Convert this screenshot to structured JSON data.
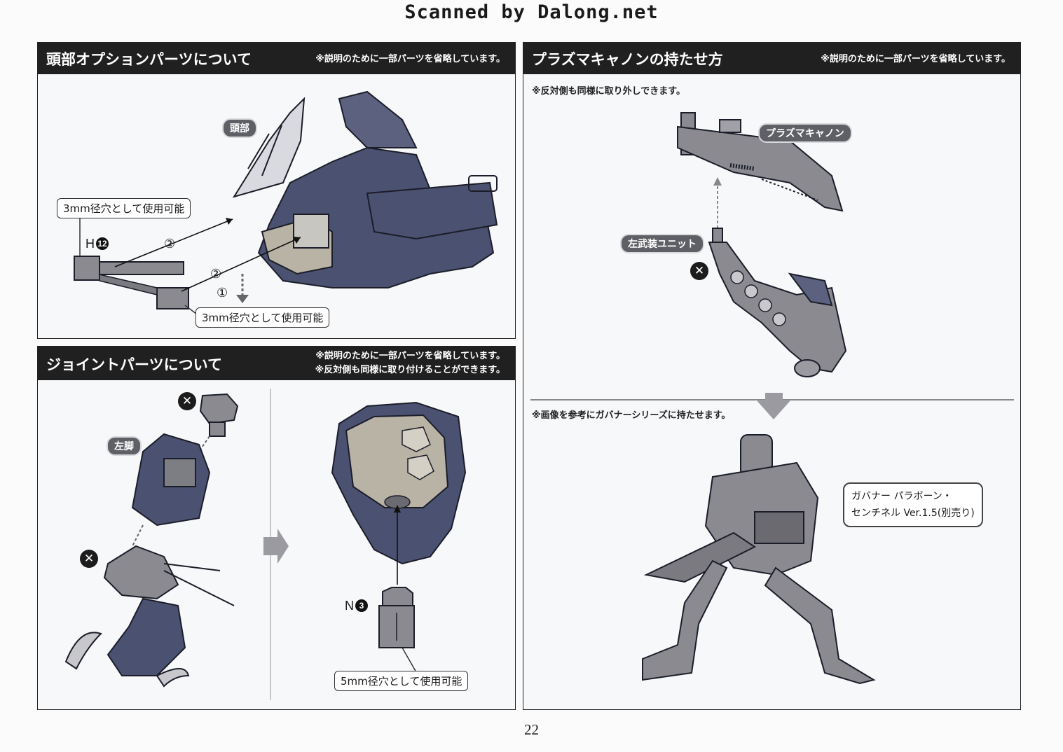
{
  "watermark": "Scanned by Dalong.net",
  "head_panel": {
    "title": "頭部オプションパーツについて",
    "note": "※説明のために一部パーツを省略しています。",
    "head_label": "頭部",
    "callout_top": "3mm径穴として使用可能",
    "callout_bottom": "3mm径穴として使用可能",
    "part_letter": "H",
    "part_number": "12",
    "step_1": "①",
    "step_2": "②"
  },
  "joint_panel": {
    "title": "ジョイントパーツについて",
    "note_1": "※説明のために一部パーツを省略しています。",
    "note_2": "※反対側も同様に取り付けることができます。",
    "leg_label": "左脚",
    "part_letter": "N",
    "part_number": "3",
    "callout": "5mm径穴として使用可能",
    "x_mark": "✕"
  },
  "cannon_panel": {
    "title": "プラズマキャノンの持たせ方",
    "note": "※説明のために一部パーツを省略しています。",
    "sub_note": "※反対側も同様に取り外しできます。",
    "cannon_label": "プラズマキャノン",
    "unit_label": "左武装ユニット",
    "x_mark": "✕",
    "reference_note": "※画像を参考にガバナーシリーズに持たせます。",
    "product_line_1": "ガバナー パラボーン・",
    "product_line_2": "センチネル Ver.1.5(別売り)"
  },
  "page_number": "22",
  "colors": {
    "header_bg": "#202020",
    "tag_bg": "#5f6066",
    "part_navy": "#4b5170",
    "part_grey": "#8a8a90"
  }
}
